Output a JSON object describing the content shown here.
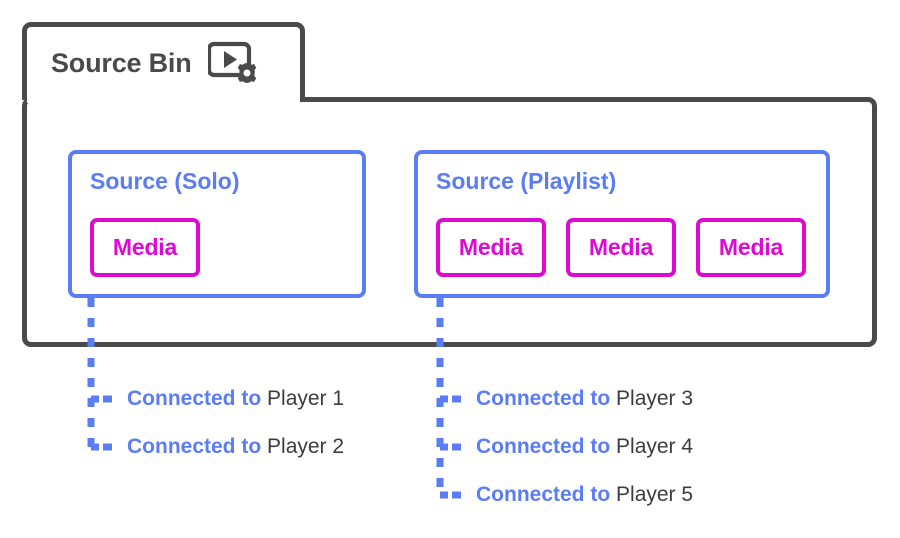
{
  "bin": {
    "title": "Source Bin",
    "icon": "media-player-settings-icon",
    "border_color": "#4a4a4a"
  },
  "colors": {
    "source_blue": "#5a7cf5",
    "media_magenta": "#dd0ad4",
    "frame_gray": "#4a4a4a",
    "text_dark": "#3c3c3c",
    "background": "#ffffff"
  },
  "sources": [
    {
      "id": "solo",
      "title": "Source (Solo)",
      "media": [
        {
          "label": "Media"
        }
      ],
      "connections": [
        {
          "verb": "Connected to",
          "target": "Player 1"
        },
        {
          "verb": "Connected to",
          "target": "Player 2"
        }
      ]
    },
    {
      "id": "playlist",
      "title": "Source (Playlist)",
      "media": [
        {
          "label": "Media"
        },
        {
          "label": "Media"
        },
        {
          "label": "Media"
        }
      ],
      "connections": [
        {
          "verb": "Connected to",
          "target": "Player 3"
        },
        {
          "verb": "Connected to",
          "target": "Player 4"
        },
        {
          "verb": "Connected to",
          "target": "Player 5"
        }
      ]
    }
  ]
}
